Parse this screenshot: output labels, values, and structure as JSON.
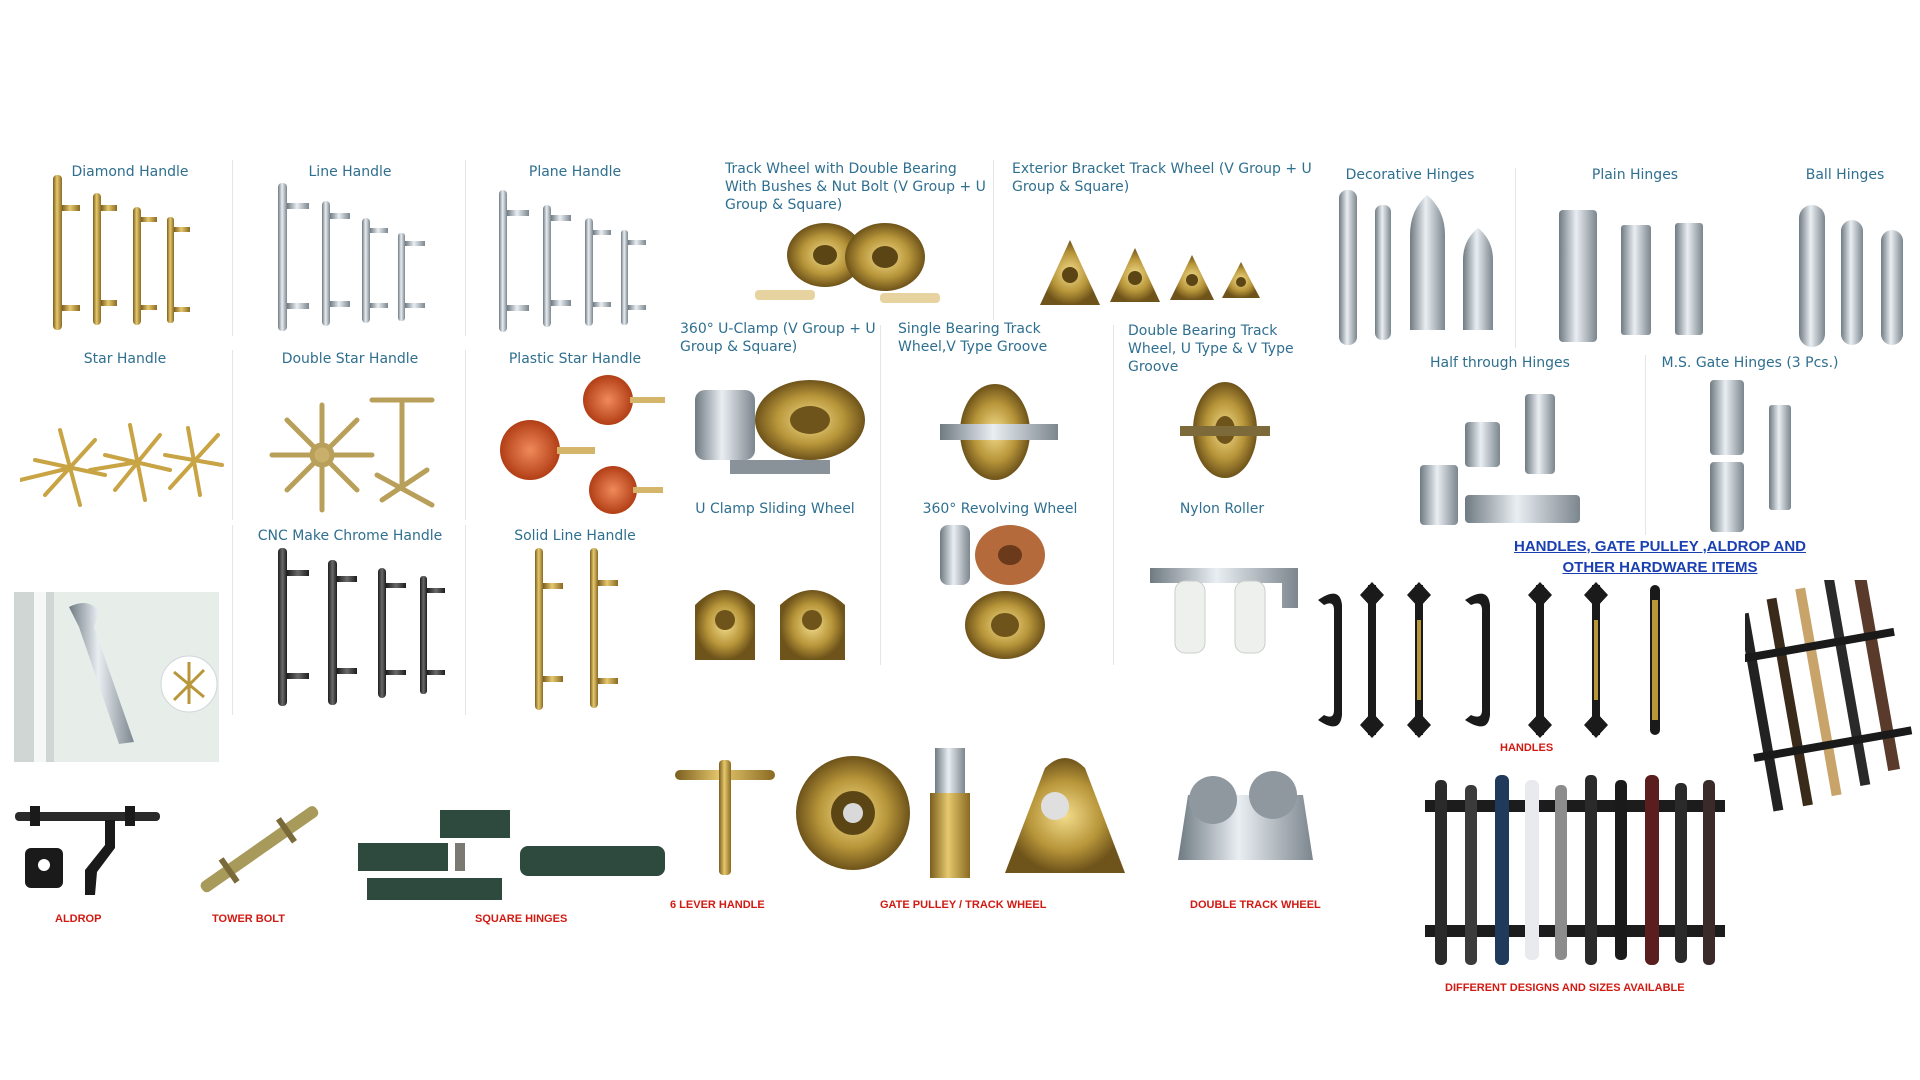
{
  "products": {
    "diamond_handle": "Diamond Handle",
    "line_handle": "Line Handle",
    "plane_handle": "Plane Handle",
    "track_wheel_double_bearing": "Track Wheel with Double Bearing With Bushes & Nut Bolt (V Group + U Group & Square)",
    "exterior_bracket_track_wheel": "Exterior Bracket Track Wheel (V Group + U Group & Square)",
    "decorative_hinges": "Decorative Hinges",
    "plain_hinges": "Plain Hinges",
    "ball_hinges": "Ball Hinges",
    "star_handle": "Star Handle",
    "double_star_handle": "Double Star Handle",
    "plastic_star_handle": "Plastic Star Handle",
    "u_clamp_360": "360° U-Clamp (V Group + U Group & Square)",
    "single_bearing_track_wheel": "Single Bearing Track Wheel,V Type Groove",
    "double_bearing_track_wheel": "Double Bearing Track Wheel, U Type & V Type Groove",
    "half_through_hinges": "Half through Hinges",
    "ms_gate_hinges": "M.S. Gate Hinges (3 Pcs.)",
    "u_clamp_sliding_wheel": "U Clamp Sliding Wheel",
    "revolving_wheel_360": "360° Revolving Wheel",
    "nylon_roller": "Nylon Roller",
    "cnc_chrome_handle": "CNC Make Chrome Handle",
    "solid_line_handle": "Solid Line Handle"
  },
  "headline": {
    "line1": "HANDLES, GATE PULLEY ,ALDROP AND",
    "line2": "OTHER HARDWARE ITEMS"
  },
  "captions": {
    "handles": "HANDLES",
    "aldrop": "ALDROP",
    "tower_bolt": "TOWER BOLT",
    "square_hinges": "SQUARE HINGES",
    "lever_handle": "6 LEVER HANDLE",
    "gate_pulley": "GATE PULLEY / TRACK WHEEL",
    "double_track_wheel": "DOUBLE TRACK WHEEL",
    "different_designs": "DIFFERENT DESIGNS AND SIZES AVAILABLE"
  },
  "colors": {
    "label_teal": "#2f6f8f",
    "caption_red": "#d11a12",
    "headline_blue": "#1a3fb0",
    "brass": "#b8963a",
    "steel": "#a9b3bb"
  }
}
